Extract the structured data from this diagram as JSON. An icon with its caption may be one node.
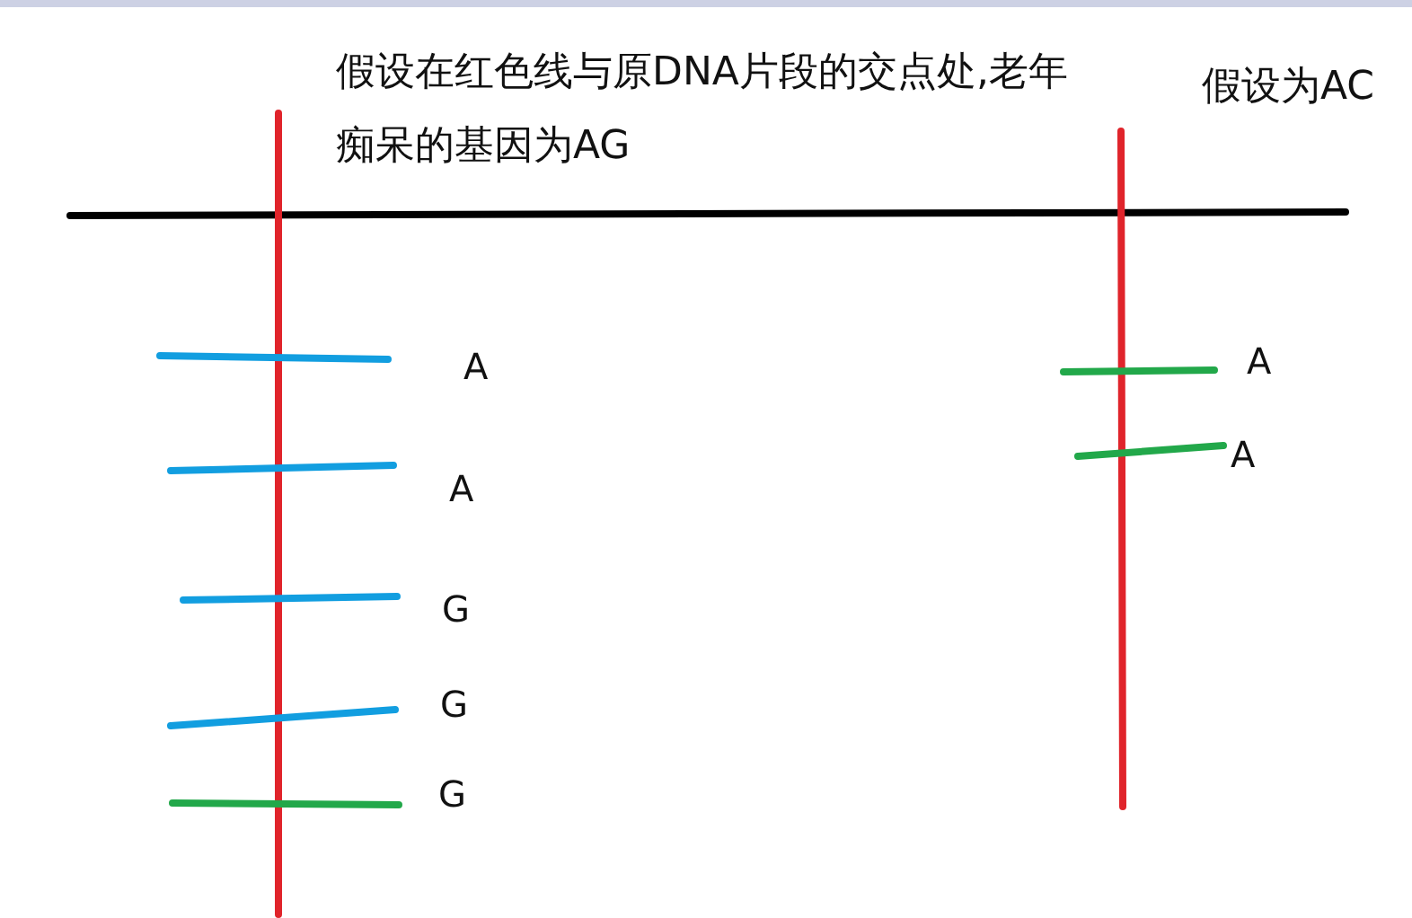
{
  "diagram": {
    "labels": [
      "假设在红色线与原DNA片段的交点处,老年痴呆的基因为AG",
      "假设为AC",
      "A",
      "A",
      "G",
      "G",
      "G",
      "A",
      "A"
    ]
  }
}
